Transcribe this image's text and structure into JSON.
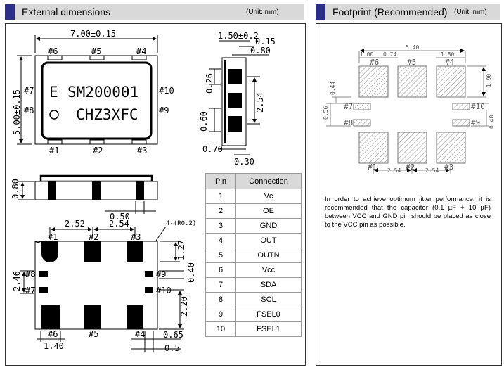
{
  "left_header": {
    "title": "External dimensions",
    "unit": "(Unit: mm)"
  },
  "right_header": {
    "title": "Footprint (Recommended)",
    "unit": "(Unit: mm)"
  },
  "top_view": {
    "width_dim": "7.00±0.15",
    "height_dim": "5.00±0.15",
    "pins_top": [
      "#6",
      "#5",
      "#4"
    ],
    "pins_bottom": [
      "#1",
      "#2",
      "#3"
    ],
    "pins_left": [
      "#7",
      "#8"
    ],
    "pins_right": [
      "#10",
      "#9"
    ],
    "mark_e": "E",
    "part": "SM200001",
    "code": "CHZ3XFC"
  },
  "side_view": {
    "d1": "1.50±0.2",
    "d2": "0.15",
    "d3": "0.80",
    "d4": "0.26",
    "d5": "2.54",
    "d6": "0.60",
    "d7": "0.70",
    "d8": "0.30"
  },
  "front_view": {
    "height": "0.80",
    "pad": "0.50"
  },
  "bottom_view": {
    "d_252": "2.52",
    "d_254": "2.54",
    "radius": "4-(R0.2)",
    "d_127": "1.27",
    "d_246": "2.46",
    "d_040": "0.40",
    "d_220": "2.20",
    "d_065": "0.65",
    "d_05": "0.5",
    "d_140": "1.40",
    "pins_top": [
      "#1",
      "#2",
      "#3"
    ],
    "pins_bottom": [
      "#6",
      "#5",
      "#4"
    ],
    "pins_left": [
      "#8",
      "#7"
    ],
    "pins_right": [
      "#9",
      "#10"
    ]
  },
  "pin_table": {
    "headers": [
      "Pin",
      "Connection"
    ],
    "rows": [
      [
        "1",
        "Vc"
      ],
      [
        "2",
        "OE"
      ],
      [
        "3",
        "GND"
      ],
      [
        "4",
        "OUT"
      ],
      [
        "5",
        "OUTN"
      ],
      [
        "6",
        "Vcc"
      ],
      [
        "7",
        "SDA"
      ],
      [
        "8",
        "SCL"
      ],
      [
        "9",
        "FSEL0"
      ],
      [
        "10",
        "FSEL1"
      ]
    ]
  },
  "footprint": {
    "d_540": "5.40",
    "d_100": "1.00",
    "d_074": "0.74",
    "d_180": "1.80",
    "d_190": "1.90",
    "d_044": "0.44",
    "d_056": "0.56",
    "d_048": "0.48",
    "d_254a": "2.54",
    "d_254b": "2.54",
    "pins": [
      "#6",
      "#5",
      "#4",
      "#7",
      "#10",
      "#8",
      "#9",
      "#1",
      "#2",
      "#3"
    ]
  },
  "note": "In order to achieve optimum jitter performance, it is recommended that the capacitor (0.1 µF + 10 µF) between VCC and GND pin should be placed as close to the VCC pin as possible.",
  "colors": {
    "header_block": "#2c2f86",
    "header_bg": "#d9d9d9",
    "hatch": "#888888"
  }
}
